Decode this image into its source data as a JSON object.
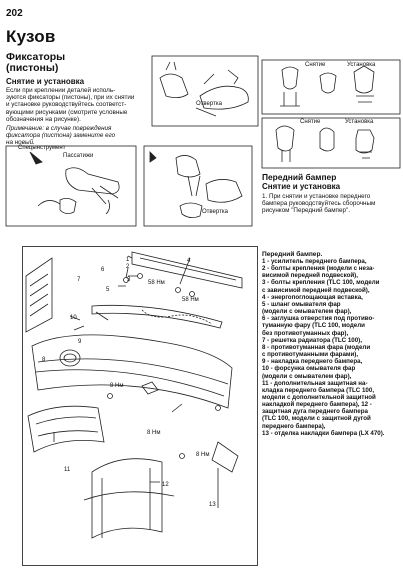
{
  "page": {
    "number": "202"
  },
  "title": "Кузов",
  "section": {
    "heading_line1": "Фиксаторы",
    "heading_line2": "(пистоны)",
    "subheading": "Снятие и установка",
    "body_lines": [
      "Если при креплении деталей исполь-",
      "зуются фиксаторы (пистоны), при их снятии",
      "и установке руководствуйтесь соответст-",
      "вующими рисунками (смотрите условные",
      "обозначения на рисунке)."
    ],
    "note_lines": [
      "Примечание: в случае повреждения",
      "фиксатора (пистона) замените его",
      "на новый."
    ]
  },
  "clip_figures": {
    "screwdriver_label": "Отвертка",
    "tool_label": "Спецынструмент",
    "pliers_label": "Пассатижи",
    "screwdriver2_label": "Отвертка",
    "removal_label": "Снятие",
    "install_label": "Установка",
    "removal2_label": "Снятие",
    "install2_label": "Установка"
  },
  "front_bumper": {
    "heading": "Передний бампер",
    "subheading": "Снятие и установка",
    "step_lines": [
      "1. При снятии и установке переднего",
      "бампера руководствуйтесь сборочным",
      "рисунком \"Передний бампер\"."
    ]
  },
  "legend": {
    "title": "Передний бампер.",
    "lines": [
      "1 - усилитель переднего бампера,",
      "2 - болты крепления (модели с неза-",
      "висимой передней подвеской),",
      "3 - болты крепления (TLC 100, модели",
      "с зависимой передней подвеской),",
      "4 - энергопоглощающая вставка,",
      "5 - шланг омывателя фар",
      "(модели с омывателем фар),",
      "6 - заглушка отверстия под противо-",
      "туманную фару (TLC 100, модели",
      "без противотуманных фар),",
      "7 - решетка радиатора (TLC 100),",
      "8 - противотуманная фара (модели",
      "с противотуманными фарами),",
      "9 - накладка переднего бампера,",
      "10 - форсунка омывателя фар",
      "(модели с омывателем фар),",
      "11 - дополнительная защитная на-",
      "кладка переднего бампера (TLC 100,",
      "модели с дополнительной защитной",
      "накладкой переднего бампера), 12 -",
      "защитная дуга переднего бампера",
      "(TLC 100, модели с защитной дугой",
      "переднего бампера),",
      "13 - отделка накладки бампера (LX 470)."
    ]
  },
  "diagram_labels": {
    "n1": "1",
    "n2": "2",
    "n3": "3",
    "n4": "4",
    "n5": "5",
    "n6": "6",
    "n7": "7",
    "n8": "8",
    "n9": "9",
    "n10": "10",
    "n11": "11",
    "n12": "12",
    "n13": "13",
    "t1": "58 Нм",
    "t2": "58 Нм",
    "t3": "8 Нм",
    "t4": "8 Нм",
    "t5": "8 Нм"
  }
}
